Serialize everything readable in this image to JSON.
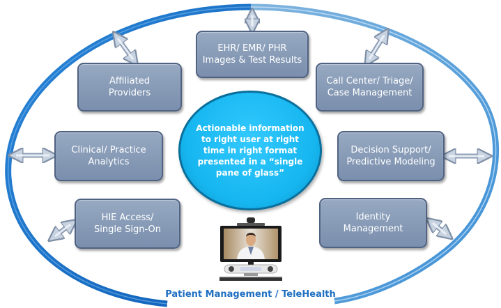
{
  "diagram": {
    "title": "Patient Management / TeleHealth",
    "center": {
      "lines": [
        "Actionable information",
        "to right user at right",
        "time in right format",
        "presented in a “single",
        "pane of glass”"
      ]
    },
    "nodes": [
      {
        "id": "ehr",
        "lines": [
          "EHR/ EMR/ PHR",
          "Images & Test Results"
        ]
      },
      {
        "id": "affiliated",
        "lines": [
          "Affiliated",
          "Providers"
        ]
      },
      {
        "id": "callcenter",
        "lines": [
          "Call Center/ Triage/",
          "Case Management"
        ]
      },
      {
        "id": "clinical",
        "lines": [
          "Clinical/ Practice",
          "Analytics"
        ]
      },
      {
        "id": "decision",
        "lines": [
          "Decision Support/",
          "Predictive Modeling"
        ]
      },
      {
        "id": "hie",
        "lines": [
          "HIE Access/",
          "Single Sign-On"
        ]
      },
      {
        "id": "identity",
        "lines": [
          "Identity",
          "Management"
        ]
      }
    ],
    "image": {
      "icon": "telehealth-video-unit-icon",
      "description": "telepresence screen showing doctor"
    },
    "colors": {
      "ring": "#1b6fc6",
      "box_fill": "#8a9db8",
      "box_border": "#4f6282",
      "center_fill": "#17b7f0",
      "caption": "#1f6fc2",
      "text": "#ffffff"
    }
  }
}
